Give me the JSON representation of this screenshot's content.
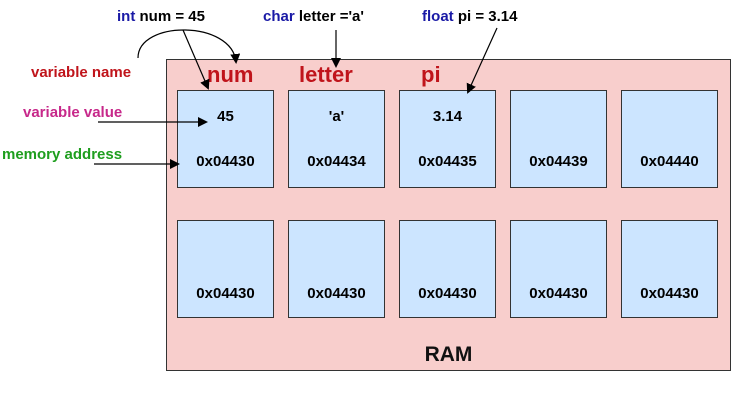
{
  "declarations": [
    {
      "keyword": "int",
      "rest": " num = 45"
    },
    {
      "keyword": "char",
      "rest": " letter ='a'"
    },
    {
      "keyword": "float",
      "rest": " pi = 3.14"
    }
  ],
  "labels": {
    "variable_name": "variable name",
    "variable_value": "variable value",
    "memory_address": "memory address"
  },
  "colors": {
    "keyword": "#1a1aa6",
    "variable_name": "#c0141b",
    "variable_value": "#c7288a",
    "memory_address": "#1e9e1e",
    "ram_fill": "#f8cecc",
    "cell_fill": "#cce5ff"
  },
  "variables": [
    "num",
    "letter",
    "pi"
  ],
  "ram": {
    "title": "RAM"
  },
  "cells": {
    "row1": [
      {
        "value": "45",
        "address": "0x04430"
      },
      {
        "value": "'a'",
        "address": "0x04434"
      },
      {
        "value": "3.14",
        "address": "0x04435"
      },
      {
        "value": "",
        "address": "0x04439"
      },
      {
        "value": "",
        "address": "0x04440"
      }
    ],
    "row2": [
      {
        "value": "",
        "address": "0x04430"
      },
      {
        "value": "",
        "address": "0x04430"
      },
      {
        "value": "",
        "address": "0x04430"
      },
      {
        "value": "",
        "address": "0x04430"
      },
      {
        "value": "",
        "address": "0x04430"
      }
    ]
  }
}
